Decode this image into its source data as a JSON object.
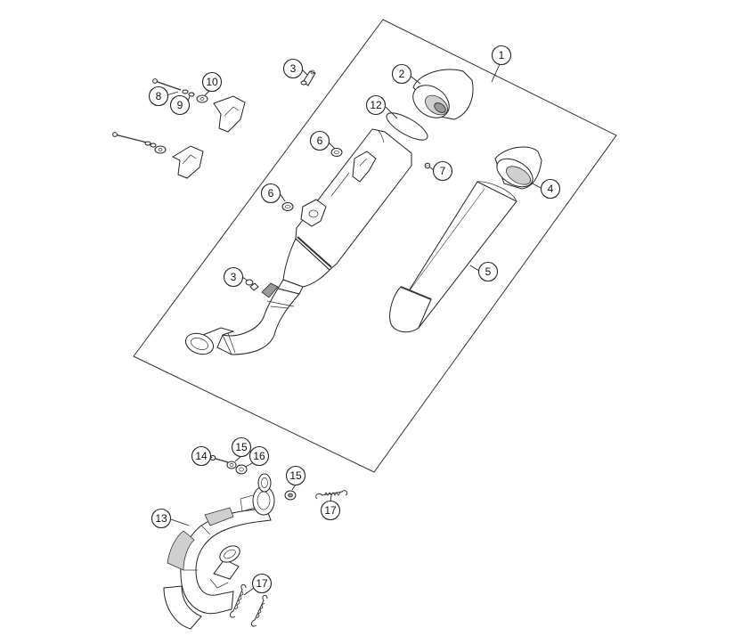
{
  "callouts": {
    "c1": "1",
    "c2": "2",
    "c3a": "3",
    "c3b": "3",
    "c4": "4",
    "c5": "5",
    "c6a": "6",
    "c6b": "6",
    "c7": "7",
    "c8": "8",
    "c9": "9",
    "c10": "10",
    "c12": "12",
    "c13": "13",
    "c14": "14",
    "c15a": "15",
    "c15b": "15",
    "c16": "16",
    "c17a": "17",
    "c17b": "17"
  }
}
